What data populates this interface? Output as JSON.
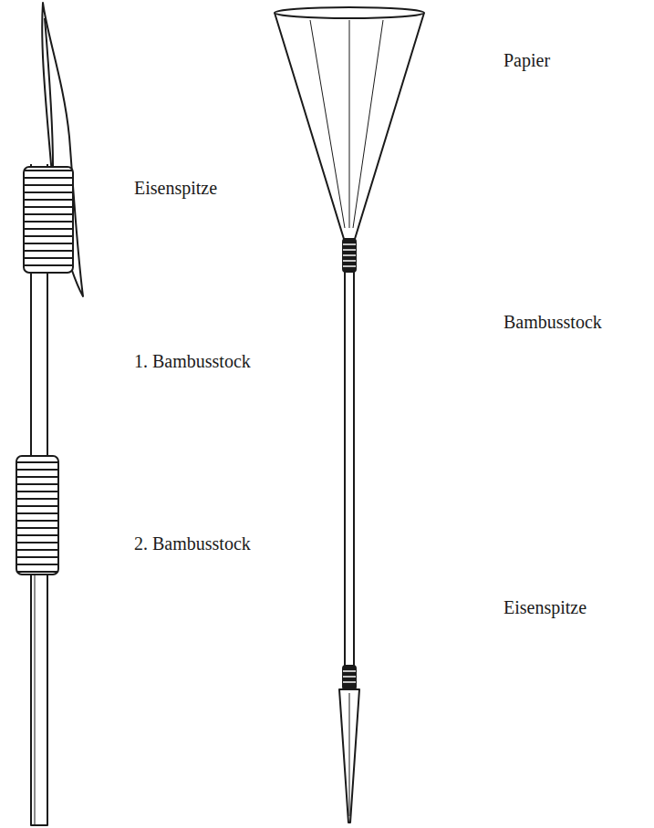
{
  "diagram": {
    "labels": [
      "Eisenspitze",
      "1. Bambusstock",
      "2. Bambusstock",
      "Papier",
      "Bambusstock",
      "Eisenspitze"
    ]
  }
}
